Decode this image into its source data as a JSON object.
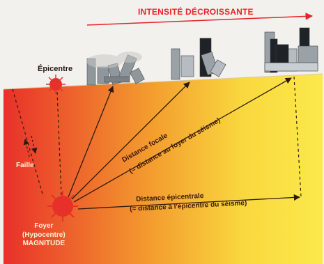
{
  "title": "INTENSITÉ DÉCROISSANTE",
  "labels": {
    "epicentre": "Épicentre",
    "faille": "Faille",
    "distance_focale": "Distance focale",
    "distance_focale_def": "(= distance au foyer du séisme)",
    "distance_epicentrale": "Distance épicentrale",
    "distance_epicentrale_def": "(= distance à l'épicentre du séisme)",
    "foyer": "Foyer",
    "hypocentre": "(Hypocentre)",
    "magnitude": "MAGNITUDE"
  },
  "colors": {
    "title_arrow": "#e8222a",
    "ground_red": "#e8302a",
    "ground_orange": "#f39a2e",
    "ground_yellow": "#fbe94a",
    "arrows": "#2b1a12"
  }
}
